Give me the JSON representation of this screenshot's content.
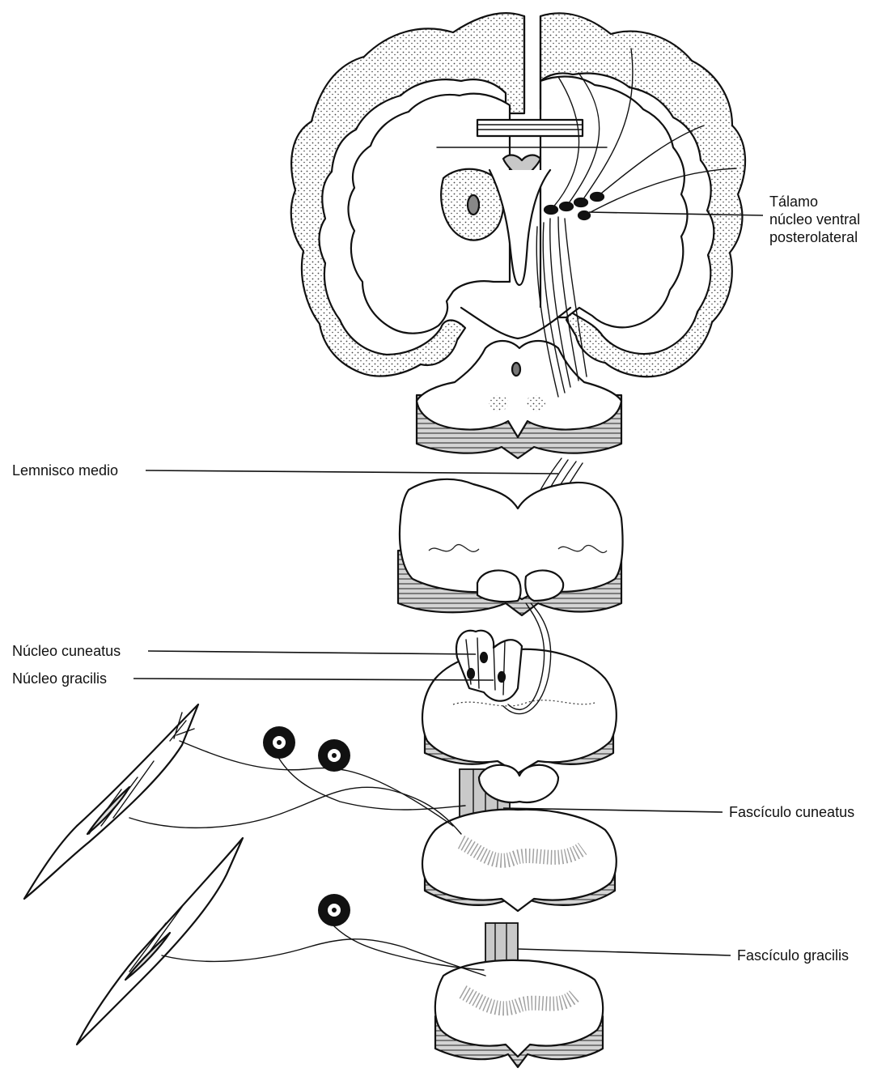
{
  "labels": {
    "thalamus": {
      "line1": "Tálamo",
      "line2": "núcleo ventral",
      "line3": "posterolateral"
    },
    "medial_lemniscus": "Lemnisco medio",
    "nucleus_cuneatus": "Núcleo cuneatus",
    "nucleus_gracilis": "Núcleo gracilis",
    "fasciculus_cuneatus": "Fascículo cuneatus",
    "fasciculus_gracilis": "Fascículo gracilis"
  },
  "colors": {
    "ink": "#111111",
    "stipple": "#555555",
    "shade": "#c9c9c9",
    "background": "#ffffff"
  }
}
